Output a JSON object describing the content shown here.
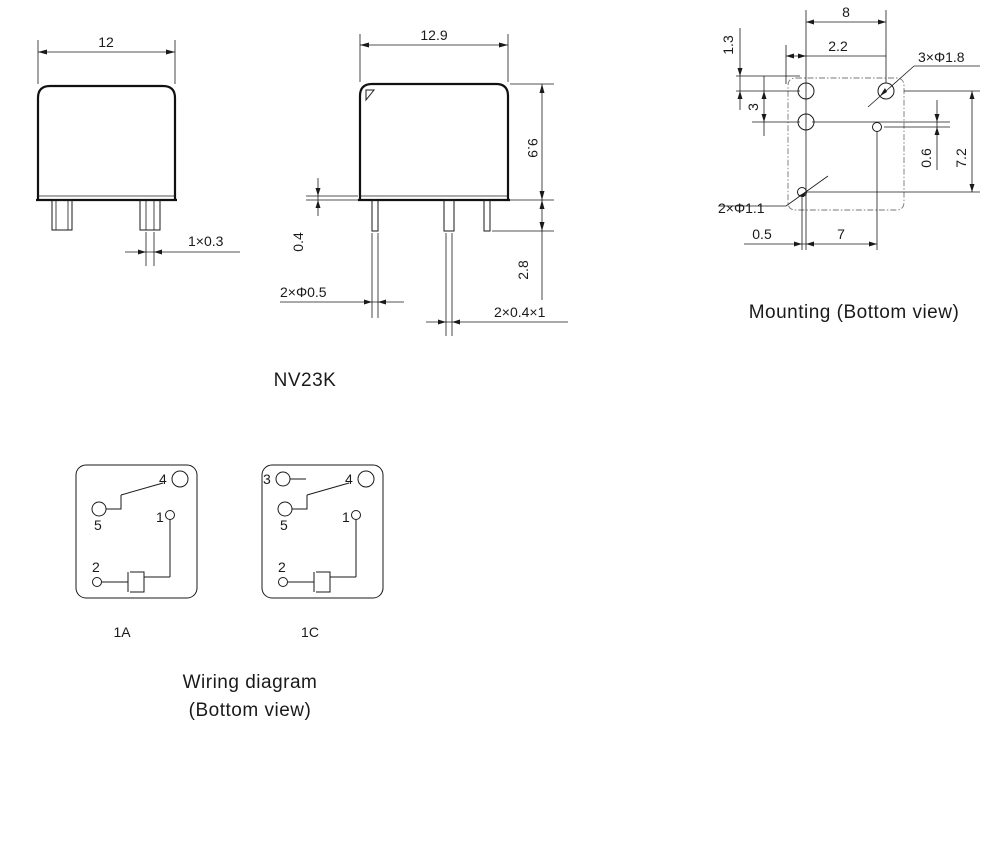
{
  "front_view": {
    "width_dim": "12",
    "pin_dim": "1×0.3"
  },
  "side_view": {
    "width_dim": "12.9",
    "height_dim": "9.9",
    "pin_length_dim": "2.8",
    "standoff_dim": "0.4",
    "pin_dia_dim": "2×Φ0.5",
    "pin_rect_dim": "2×0.4×1"
  },
  "model_label": "NV23K",
  "mounting": {
    "dim_8": "8",
    "dim_2_2": "2.2",
    "dim_1_3": "1.3",
    "dim_3": "3",
    "dim_holes_large": "3×Φ1.8",
    "dim_0_6": "0.6",
    "dim_7_2": "7.2",
    "dim_holes_small": "2×Φ1.1",
    "dim_0_5": "0.5",
    "dim_7": "7",
    "caption": "Mounting (Bottom view)"
  },
  "wiring": {
    "diagram_1a": {
      "label": "1A",
      "pins": [
        "4",
        "5",
        "1",
        "2"
      ]
    },
    "diagram_1c": {
      "label": "1C",
      "pins": [
        "3",
        "4",
        "5",
        "1",
        "2"
      ]
    },
    "caption_line1": "Wiring diagram",
    "caption_line2": "(Bottom view)"
  }
}
